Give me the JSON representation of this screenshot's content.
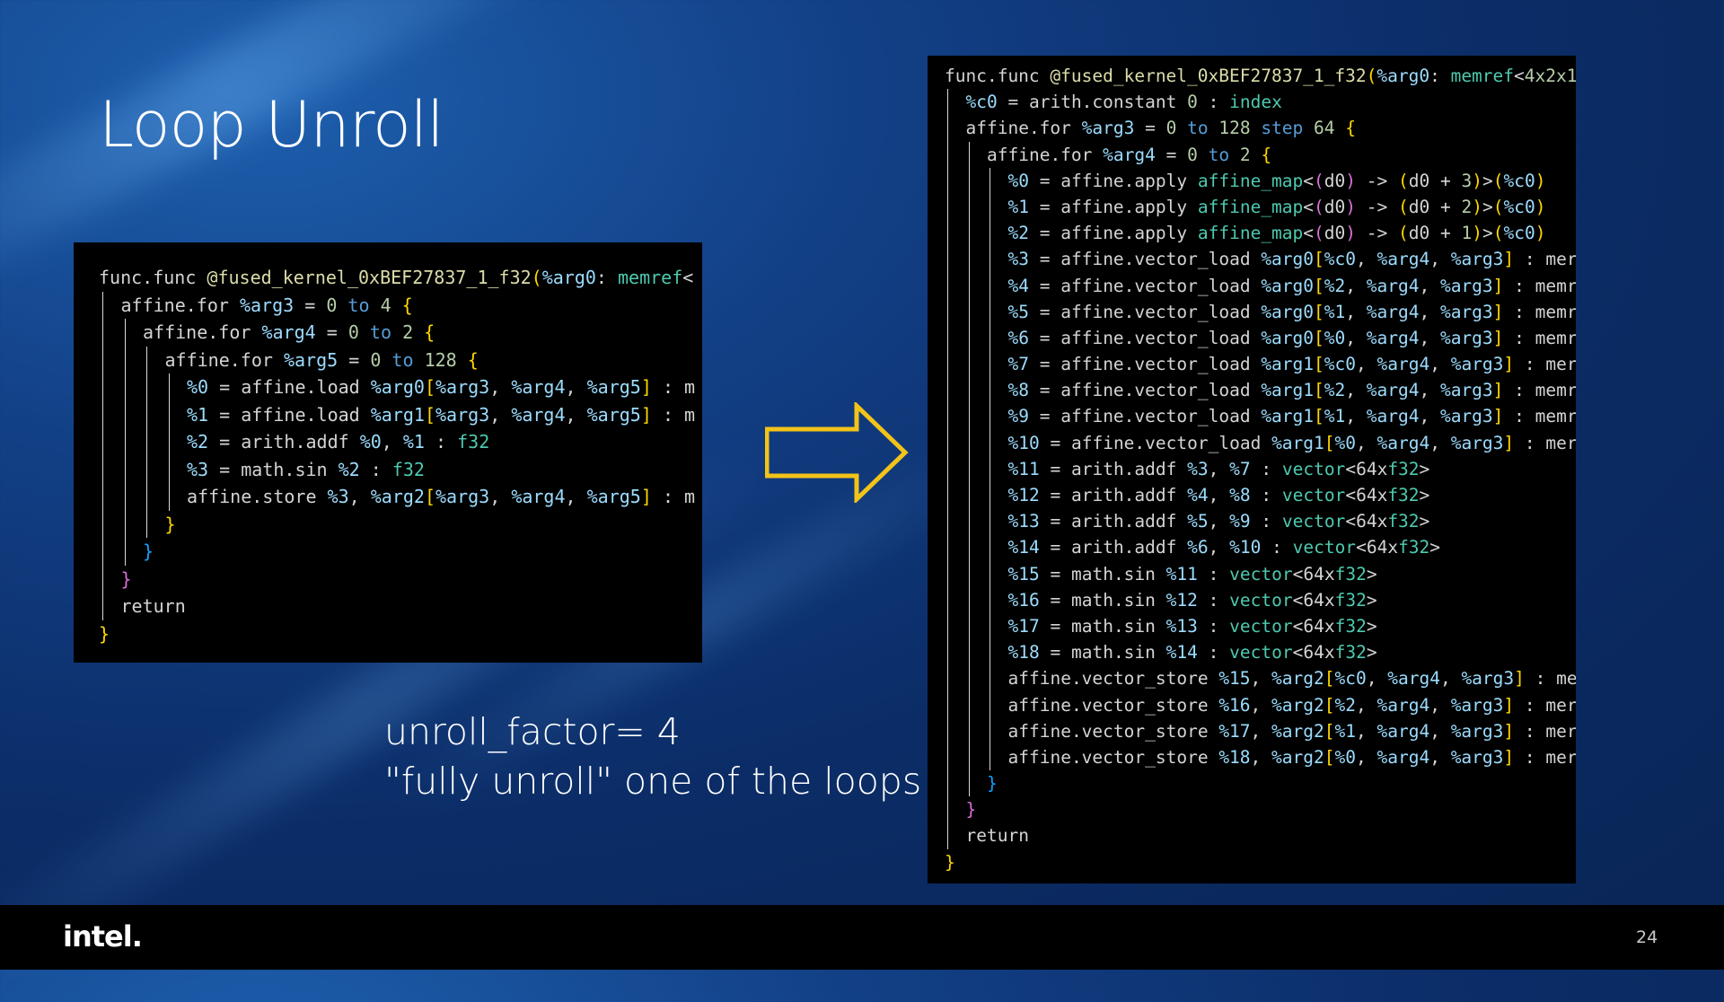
{
  "slide": {
    "title": "Loop Unroll",
    "caption_line1": "unroll_factor= 4",
    "caption_line2": "\"fully unroll\" one of the loops",
    "page_number": "24",
    "logo_text": "intel."
  },
  "colors": {
    "arrow": "#f2c318",
    "background": "#0b2c66",
    "code_background": "#000000"
  },
  "code_before": [
    "func.func @fused_kernel_0xBEF27837_1_f32(%arg0: memref<",
    "affine.for %arg3 = 0 to 4 {",
    "affine.for %arg4 = 0 to 2 {",
    "affine.for %arg5 = 0 to 128 {",
    "%0 = affine.load %arg0[%arg3, %arg4, %arg5] : m",
    "%1 = affine.load %arg1[%arg3, %arg4, %arg5] : m",
    "%2 = arith.addf %0, %1 : f32",
    "%3 = math.sin %2 : f32",
    "affine.store %3, %arg2[%arg3, %arg4, %arg5] : m",
    "}",
    "}",
    "}",
    "return",
    "}"
  ],
  "code_after": [
    "func.func @fused_kernel_0xBEF27837_1_f32(%arg0: memref<4x2x1",
    "%c0 = arith.constant 0 : index",
    "affine.for %arg3 = 0 to 128 step 64 {",
    "affine.for %arg4 = 0 to 2 {",
    "%0 = affine.apply affine_map<(d0) -> (d0 + 3)>(%c0)",
    "%1 = affine.apply affine_map<(d0) -> (d0 + 2)>(%c0)",
    "%2 = affine.apply affine_map<(d0) -> (d0 + 1)>(%c0)",
    "%3 = affine.vector_load %arg0[%c0, %arg4, %arg3] : mer",
    "%4 = affine.vector_load %arg0[%2, %arg4, %arg3] : memr",
    "%5 = affine.vector_load %arg0[%1, %arg4, %arg3] : memr",
    "%6 = affine.vector_load %arg0[%0, %arg4, %arg3] : memr",
    "%7 = affine.vector_load %arg1[%c0, %arg4, %arg3] : mer",
    "%8 = affine.vector_load %arg1[%2, %arg4, %arg3] : memr",
    "%9 = affine.vector_load %arg1[%1, %arg4, %arg3] : memr",
    "%10 = affine.vector_load %arg1[%0, %arg4, %arg3] : mer",
    "%11 = arith.addf %3, %7 : vector<64xf32>",
    "%12 = arith.addf %4, %8 : vector<64xf32>",
    "%13 = arith.addf %5, %9 : vector<64xf32>",
    "%14 = arith.addf %6, %10 : vector<64xf32>",
    "%15 = math.sin %11 : vector<64xf32>",
    "%16 = math.sin %12 : vector<64xf32>",
    "%17 = math.sin %13 : vector<64xf32>",
    "%18 = math.sin %14 : vector<64xf32>",
    "affine.vector_store %15, %arg2[%c0, %arg4, %arg3] : me",
    "affine.vector_store %16, %arg2[%2, %arg4, %arg3] : mer",
    "affine.vector_store %17, %arg2[%1, %arg4, %arg3] : mer",
    "affine.vector_store %18, %arg2[%0, %arg4, %arg3] : mer",
    "}",
    "}",
    "return",
    "}"
  ]
}
